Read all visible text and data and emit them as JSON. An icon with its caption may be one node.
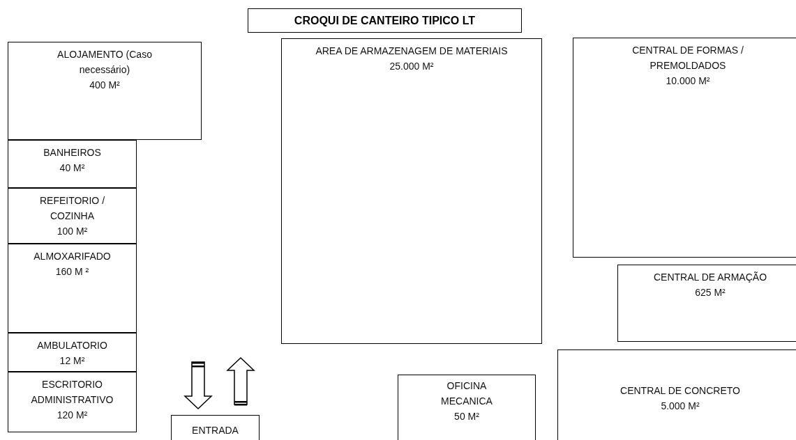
{
  "diagram": {
    "title": "CROQUI DE CANTEIRO TIPICO LT",
    "nodes": [
      {
        "text": [
          "ALOJAMENTO (Caso necessário)",
          "400 M²"
        ]
      },
      {
        "text": [
          "BANHEIROS",
          "40 M²"
        ]
      },
      {
        "text": [
          "REFEITORIO / COZINHA",
          "100 M²"
        ]
      },
      {
        "text": [
          "ALMOXARIFADO",
          "160 M ²"
        ]
      },
      {
        "text": [
          "AMBULATORIO",
          "12 M²"
        ]
      },
      {
        "text": [
          "ESCRITORIO ADMINISTRATIVO",
          "120 M²"
        ]
      },
      {
        "text": [
          "AREA DE ARMAZENAGEM DE MATERIAIS",
          "25.000 M²"
        ]
      },
      {
        "text": [
          "CENTRAL DE FORMAS / PREMOLDADOS",
          "10.000 M²"
        ]
      },
      {
        "text": [
          "CENTRAL DE ARMAÇÃO",
          "625 M²"
        ]
      },
      {
        "text": [
          "ENTRADA"
        ]
      },
      {
        "text": [
          "OFICINA MECANICA",
          "50 M²"
        ]
      },
      {
        "text": [
          "CENTRAL DE CONCRETO",
          "5.000 M²"
        ]
      }
    ],
    "edges": []
  }
}
